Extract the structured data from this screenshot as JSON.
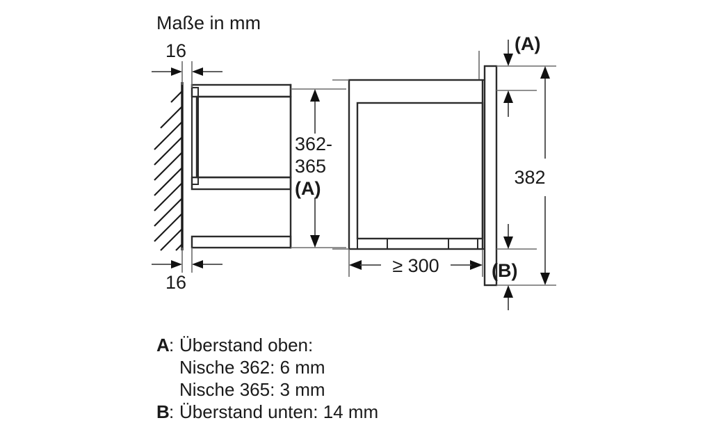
{
  "title": "Maße in mm",
  "dimensions": {
    "top_gap": "16",
    "bottom_gap": "16",
    "niche_height": "362-",
    "niche_height_2": "365",
    "niche_height_marker": "(A)",
    "depth": "≥ 300",
    "total_height": "382",
    "overhang_top_marker": "(A)",
    "overhang_bottom_marker": "(B)"
  },
  "legend": [
    {
      "key": "A",
      "sep": ":",
      "text": "Überstand oben:"
    },
    {
      "key": "",
      "sep": "",
      "text": "Nische 362: 6 mm"
    },
    {
      "key": "",
      "sep": "",
      "text": "Nische 365: 3 mm"
    },
    {
      "key": "B",
      "sep": ":",
      "text": "Überstand unten: 14 mm"
    }
  ],
  "colors": {
    "line": "#2b2b2b",
    "text": "#1a1a1a",
    "dimension": "#4a4a4a",
    "background": "#ffffff"
  }
}
